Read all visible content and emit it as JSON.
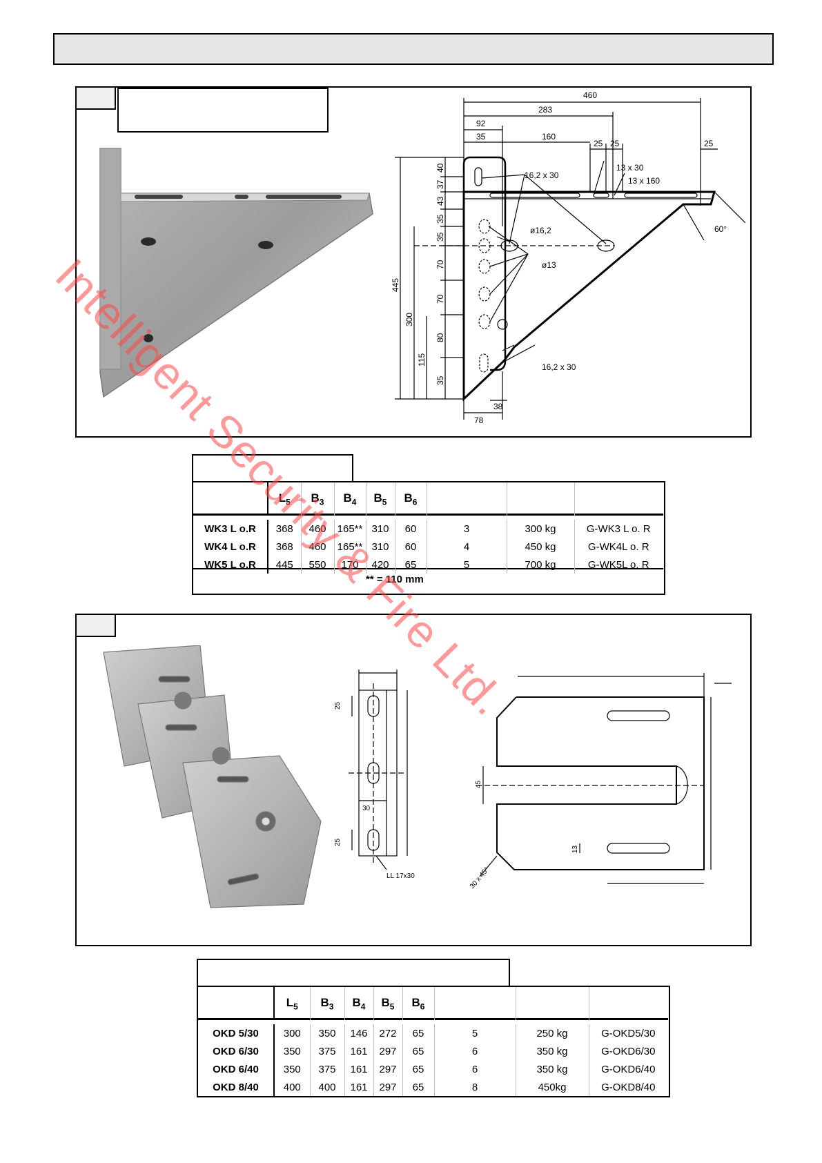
{
  "wall_bracket": {
    "dims": {
      "top": [
        "460",
        "283",
        "92",
        "35",
        "160",
        "25",
        "25",
        "25"
      ],
      "slots": [
        "16,2 x 30",
        "13 x 30",
        "13 x 160",
        "ø16,2",
        "ø13",
        "16,2 x 30"
      ],
      "angle": "60°",
      "vertical_left": [
        "445",
        "300",
        "115"
      ],
      "vertical_segments": [
        "40",
        "37",
        "43",
        "35",
        "35",
        "70",
        "70",
        "80",
        "35"
      ],
      "bottom": [
        "78",
        "38"
      ]
    },
    "table": {
      "headers": [
        "",
        "L5",
        "B3",
        "B4",
        "B5",
        "B6",
        "",
        "",
        ""
      ],
      "rows": [
        [
          "WK3 L o.R",
          "368",
          "460",
          "165**",
          "310",
          "60",
          "3",
          "300 kg",
          "G-WK3 L o. R"
        ],
        [
          "WK4 L o.R",
          "368",
          "460",
          "165**",
          "310",
          "60",
          "4",
          "450 kg",
          "G-WK4L o. R"
        ],
        [
          "WK5 L o.R",
          "445",
          "550",
          "170",
          "420",
          "65",
          "5",
          "700 kg",
          "G-WK5L o. R"
        ]
      ],
      "note": "** = 110 mm"
    }
  },
  "mounting_plate": {
    "dims": {
      "left": [
        "25",
        "30",
        "25"
      ],
      "slot": "LL 17x30",
      "right": [
        "45",
        "13"
      ],
      "chamfer": "30 x 45°"
    },
    "table": {
      "headers": [
        "",
        "L5",
        "B3",
        "B4",
        "B5",
        "B6",
        "",
        "",
        ""
      ],
      "rows": [
        [
          "OKD 5/30",
          "300",
          "350",
          "146",
          "272",
          "65",
          "5",
          "250 kg",
          "G-OKD5/30"
        ],
        [
          "OKD 6/30",
          "350",
          "375",
          "161",
          "297",
          "65",
          "6",
          "350 kg",
          "G-OKD6/30"
        ],
        [
          "OKD 6/40",
          "350",
          "375",
          "161",
          "297",
          "65",
          "6",
          "350 kg",
          "G-OKD6/40"
        ],
        [
          "OKD 8/40",
          "400",
          "400",
          "161",
          "297",
          "65",
          "8",
          "450kg",
          "G-OKD8/40"
        ]
      ]
    }
  },
  "watermark": "Intelligent Security & Fire Ltd."
}
